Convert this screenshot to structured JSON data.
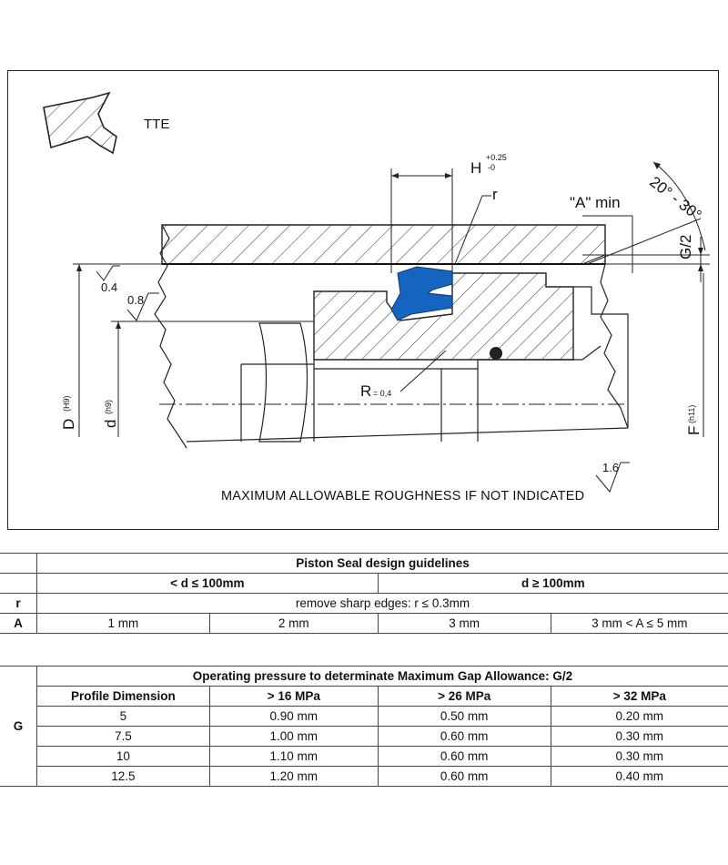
{
  "drawing": {
    "profile_label": "TTE",
    "h_label": "H",
    "h_tol_upper": "+0.25",
    "h_tol_lower": "-0",
    "r_label": "r",
    "a_min_label": "\"A\" min",
    "angle_label": "20° - 30°",
    "g2_label": "G/2",
    "roughness_04": "0.4",
    "roughness_08": "0.8",
    "roughness_16": "1.6",
    "R_label": "R",
    "R_value": "= 0,4",
    "D_label": "D",
    "D_fit": "(H9)",
    "d_label": "d",
    "d_fit": "(h9)",
    "F_label": "F",
    "F_fit": "(h11)",
    "caption": "MAXIMUM ALLOWABLE ROUGHNESS IF NOT INDICATED",
    "seal_color": "#1565c0"
  },
  "table1": {
    "title": "Piston Seal design guidelines",
    "col_small": "< d ≤ 100mm",
    "col_large": "d ≥ 100mm",
    "r_label": "r",
    "r_value": "remove sharp edges: r  ≤ 0.3mm",
    "a_label": "A",
    "a_values": [
      "1 mm",
      "2 mm",
      "3 mm",
      "3 mm < A ≤ 5 mm"
    ]
  },
  "table2": {
    "title": "Operating pressure to determinate Maximum Gap Allowance: G/2",
    "side_label": "G",
    "headers": [
      "Profile Dimension",
      "> 16 MPa",
      "> 26 MPa",
      "> 32 MPa"
    ],
    "rows": [
      [
        "5",
        "0.90 mm",
        "0.50 mm",
        "0.20 mm"
      ],
      [
        "7.5",
        "1.00 mm",
        "0.60 mm",
        "0.30 mm"
      ],
      [
        "10",
        "1.10 mm",
        "0.60 mm",
        "0.30 mm"
      ],
      [
        "12.5",
        "1.20 mm",
        "0.60 mm",
        "0.40 mm"
      ]
    ]
  }
}
